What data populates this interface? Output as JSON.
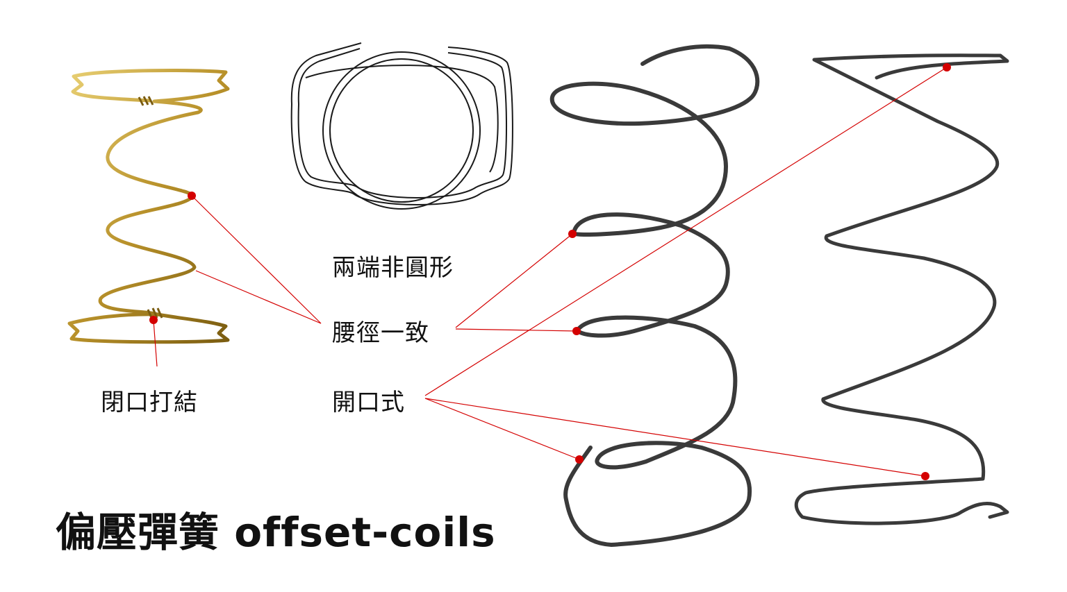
{
  "labels": {
    "non_round_ends": "兩端非圓形",
    "waist_uniform": "腰徑一致",
    "closed_knot": "閉口打結",
    "open_type": "開口式"
  },
  "title": "偏壓彈簧 offset-coils",
  "colors": {
    "pointer": "#d40000",
    "wire_gold": "#b8912a",
    "wire_dark": "#3a3a3a",
    "outline": "#1a1a1a"
  }
}
